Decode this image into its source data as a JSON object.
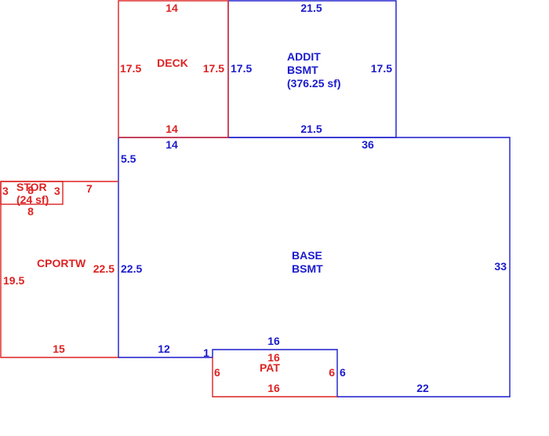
{
  "colors": {
    "red": "#dd2222",
    "blue": "#1a1acc",
    "background": "#ffffff"
  },
  "areas": {
    "deck": {
      "label": "DECK",
      "dims": {
        "top": "14",
        "bottom": "14",
        "left": "17.5",
        "right": "17.5"
      }
    },
    "addit_bsmt": {
      "label_line1": "ADDIT",
      "label_line2": "BSMT",
      "label_line3": "(376.25 sf)",
      "dims": {
        "top": "21.5",
        "bottom": "21.5",
        "left": "17.5",
        "right": "17.5"
      }
    },
    "base_bsmt": {
      "label_line1": "BASE",
      "label_line2": "BSMT",
      "dims": {
        "top_left": "14",
        "top_right": "36",
        "left_upper": "5.5",
        "left_lower": "22.5",
        "right": "33",
        "bottom_left": "12",
        "step": "1",
        "notch_top": "16",
        "notch_right": "6",
        "bottom_right": "22"
      }
    },
    "stor": {
      "label_line1": "STOR",
      "label_line2": "(24 sf)",
      "dims": {
        "left": "3",
        "right": "3",
        "top": "8",
        "bottom": "8"
      }
    },
    "cportw": {
      "label": "CPORTW",
      "dims": {
        "right_upper": "7",
        "left": "19.5",
        "right": "22.5",
        "bottom": "15"
      }
    },
    "pat": {
      "label": "PAT",
      "dims": {
        "top": "16",
        "bottom": "16",
        "left": "6",
        "right": "6"
      }
    }
  }
}
